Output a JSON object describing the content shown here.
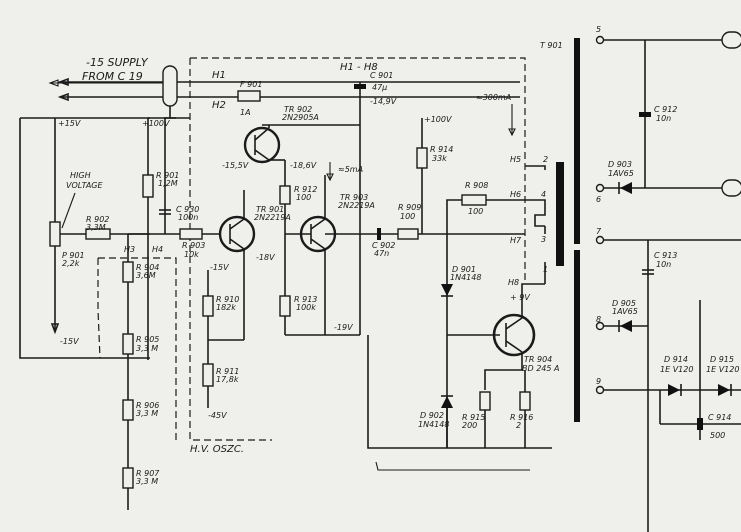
{
  "supply": {
    "line1": "-15 SUPPLY",
    "line2": "FROM C 19"
  },
  "rails": {
    "h1": "H1",
    "h2": "H2",
    "h1_h8": "H1 - H8"
  },
  "voltages": {
    "plus15v": "+15V",
    "plus100v_left": "+100V",
    "plus100v_right": "+100V",
    "minus15v_left": "-15V",
    "minus15v_mid": "-15V",
    "minus14_9v": "-14,9V",
    "minus15_5v": "-15,5V",
    "minus18_6v": "-18,6V",
    "minus18v": "-18V",
    "minus19v": "-19V",
    "minus45v": "-45V",
    "plus9v": "+ 9V",
    "approx300ma": "≈300mA",
    "approx5ma": "≈5mA"
  },
  "high_voltage": {
    "line1": "HIGH",
    "line2": "VOLTAGE"
  },
  "hv_osc": "H.V. OSZC.",
  "transformer": {
    "ref": "T 901",
    "pins": [
      "5",
      "6",
      "7",
      "8",
      "9"
    ],
    "hpins": [
      "H5",
      "H6",
      "H7",
      "H8"
    ],
    "hnums": [
      "2",
      "4",
      "3",
      "1"
    ]
  },
  "nodes": {
    "h3": "H3",
    "h4": "H4"
  },
  "fuse": {
    "ref": "F 901",
    "val": "1A"
  },
  "resistors": [
    {
      "ref": "R 901",
      "val": "1,2M"
    },
    {
      "ref": "R 902",
      "val": "3,3M"
    },
    {
      "ref": "P 901",
      "val": "2,2k"
    },
    {
      "ref": "R 903",
      "val": "10k"
    },
    {
      "ref": "R 904",
      "val": "3,6M"
    },
    {
      "ref": "R 905",
      "val": "3,3 M"
    },
    {
      "ref": "R 906",
      "val": "3,3 M"
    },
    {
      "ref": "R 907",
      "val": "3,3 M"
    },
    {
      "ref": "R 908",
      "val": "100"
    },
    {
      "ref": "R 909",
      "val": "100"
    },
    {
      "ref": "R 910",
      "val": "182k"
    },
    {
      "ref": "R 911",
      "val": "17,8k"
    },
    {
      "ref": "R 912",
      "val": "100"
    },
    {
      "ref": "R 913",
      "val": "100k"
    },
    {
      "ref": "R 914",
      "val": "33k"
    },
    {
      "ref": "R 915",
      "val": "200"
    },
    {
      "ref": "R 916",
      "val": "2"
    }
  ],
  "capacitors": [
    {
      "ref": "C 901",
      "val": "47µ"
    },
    {
      "ref": "C 902",
      "val": "47n"
    },
    {
      "ref": "C 930",
      "val": "100n"
    },
    {
      "ref": "C 912",
      "val": "10n"
    },
    {
      "ref": "C 913",
      "val": "10n"
    },
    {
      "ref": "C 914",
      "val": "500"
    }
  ],
  "transistors": [
    {
      "ref": "TR 901",
      "part": "2N2219A"
    },
    {
      "ref": "TR 902",
      "part": "2N2905A"
    },
    {
      "ref": "TR 903",
      "part": "2N2219A"
    },
    {
      "ref": "TR 904",
      "part": "BD 245 A"
    }
  ],
  "diodes": [
    {
      "ref": "D 901",
      "part": "1N4148"
    },
    {
      "ref": "D 902",
      "part": "1N4148"
    },
    {
      "ref": "D 903",
      "part": "1AV65"
    },
    {
      "ref": "D 905",
      "part": "1AV65"
    },
    {
      "ref": "D 914",
      "part": "1E V120"
    },
    {
      "ref": "D 915",
      "part": "1E V120"
    }
  ]
}
